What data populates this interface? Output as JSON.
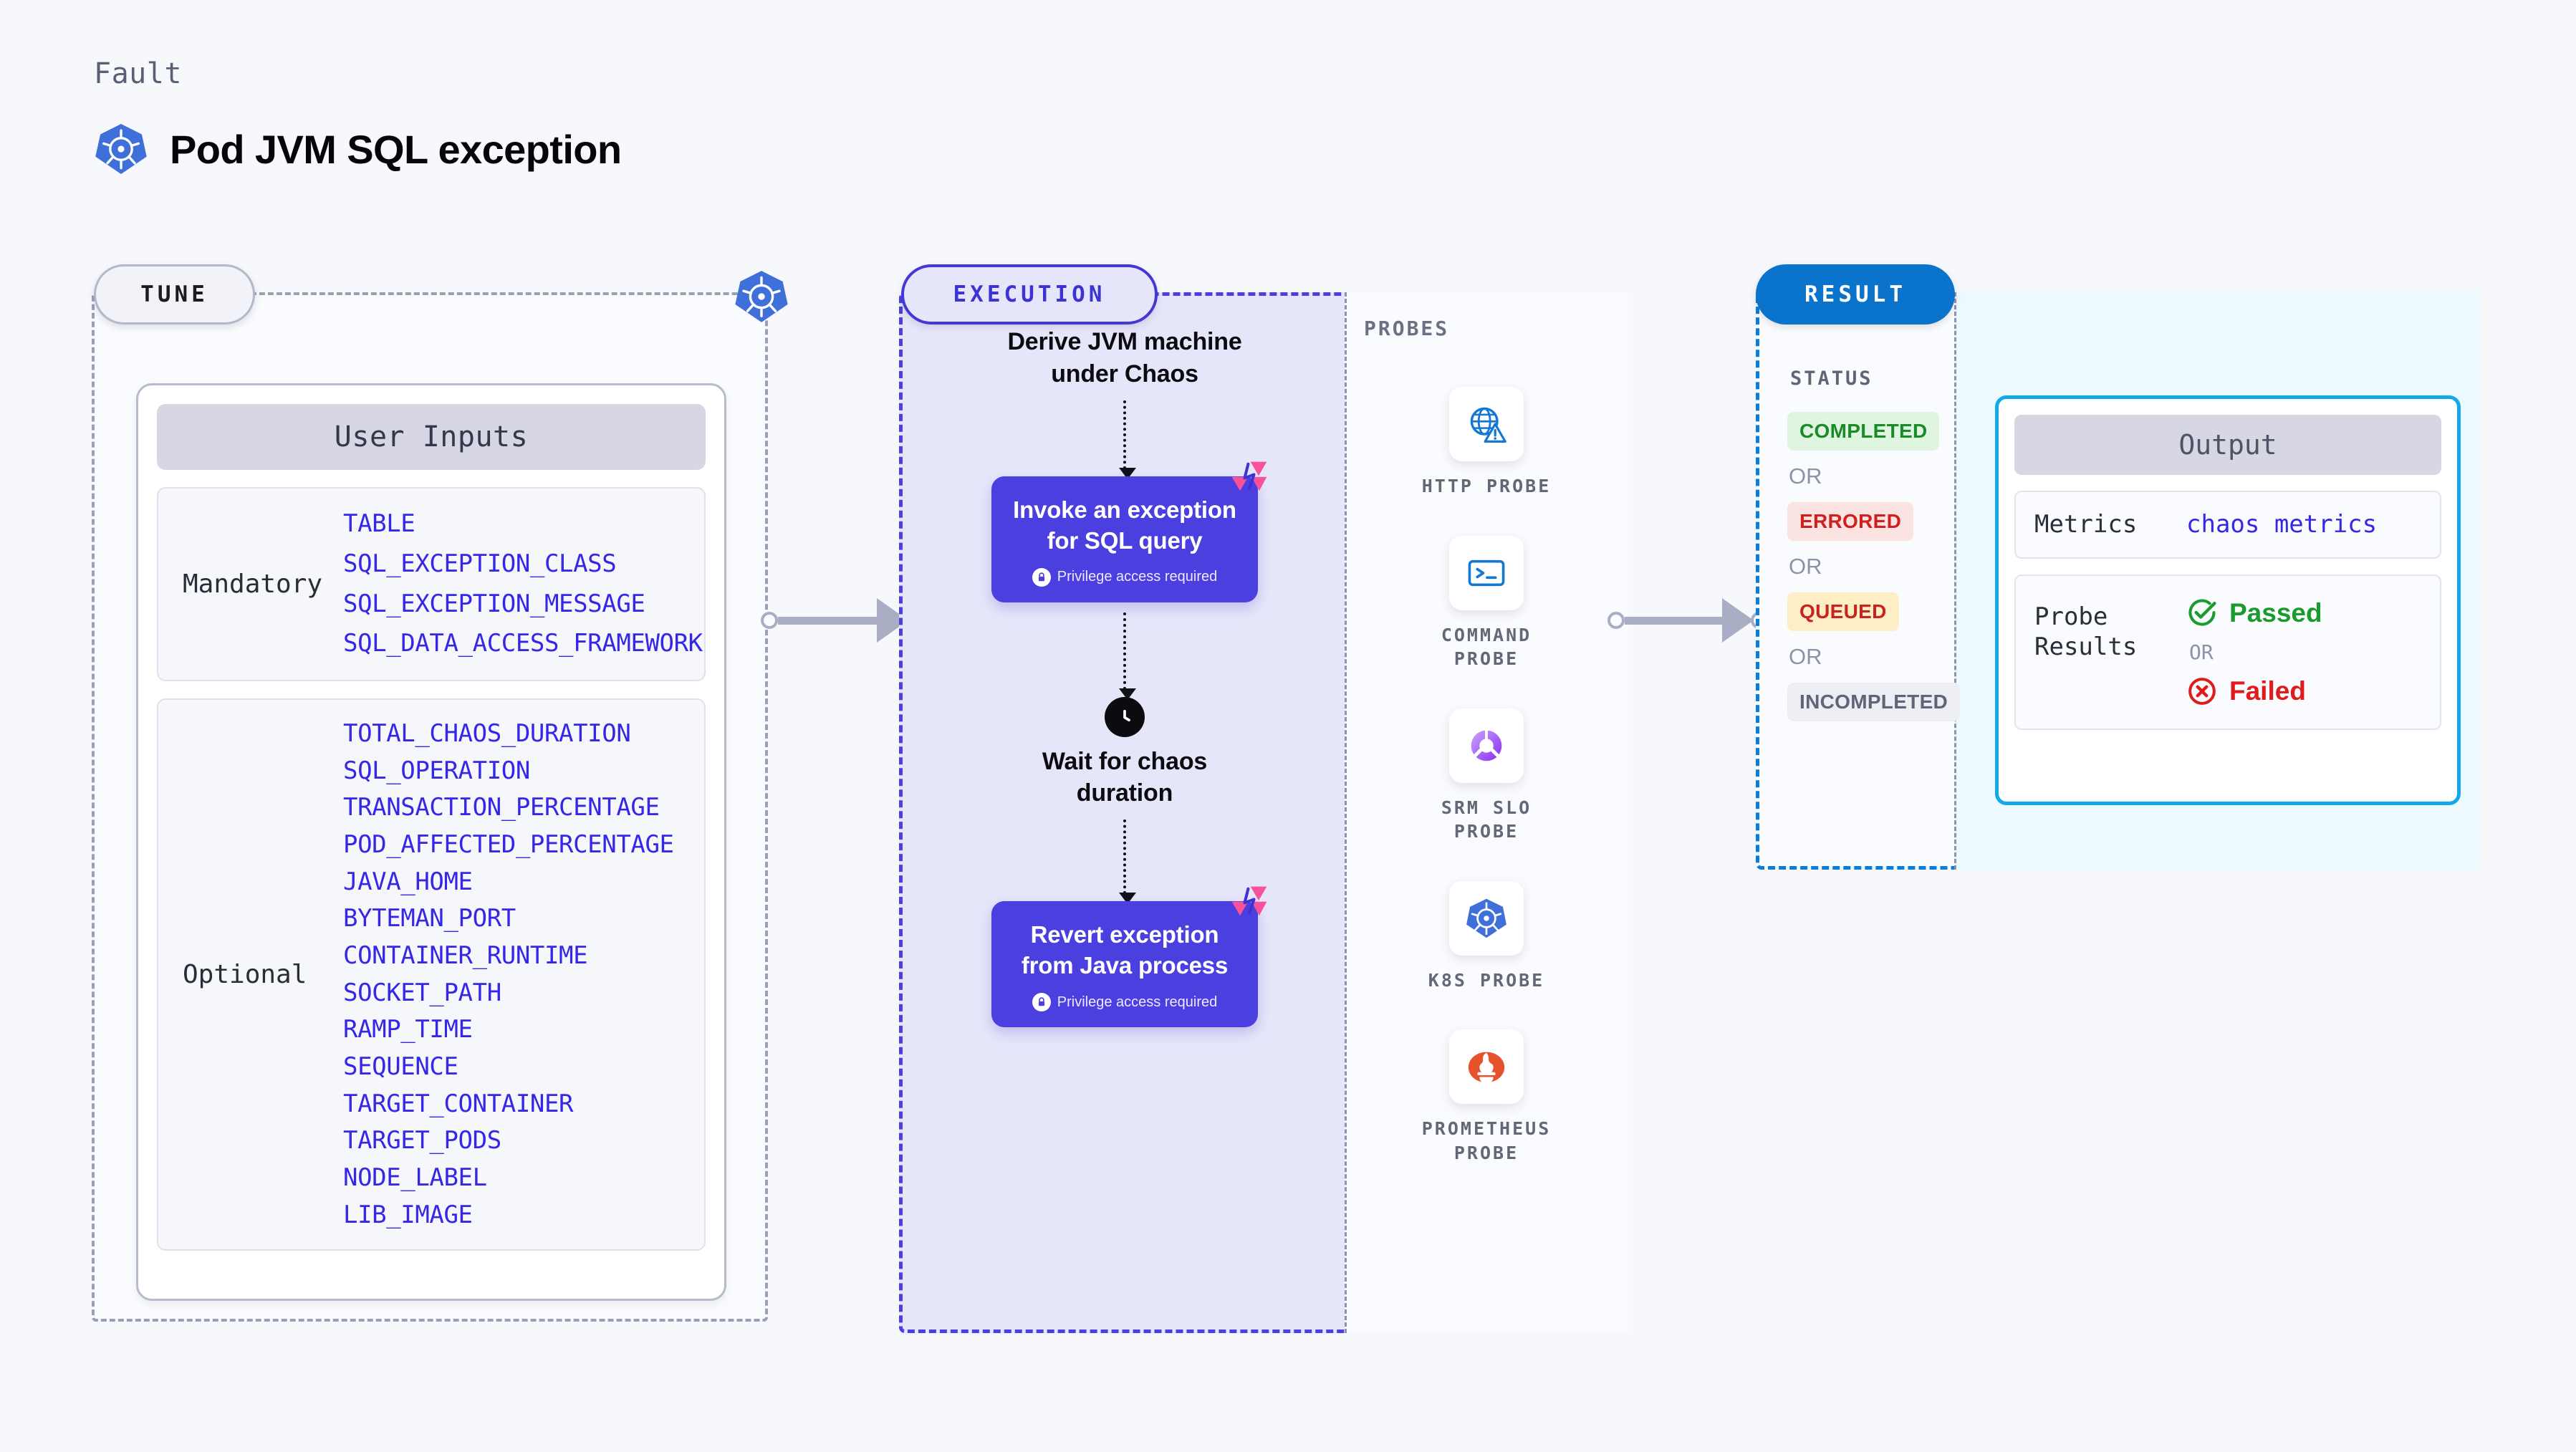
{
  "header": {
    "kicker": "Fault",
    "title": "Pod JVM SQL exception",
    "logo_icon": "kubernetes-icon"
  },
  "tune": {
    "pill_label": "TUNE",
    "k8s_marker_icon": "kubernetes-icon",
    "user_inputs_title": "User Inputs",
    "groups": [
      {
        "label": "Mandatory",
        "params": [
          "TABLE",
          "SQL_EXCEPTION_CLASS",
          "SQL_EXCEPTION_MESSAGE",
          "SQL_DATA_ACCESS_FRAMEWORK"
        ]
      },
      {
        "label": "Optional",
        "params": [
          "TOTAL_CHAOS_DURATION",
          "SQL_OPERATION",
          "TRANSACTION_PERCENTAGE",
          "POD_AFFECTED_PERCENTAGE",
          "JAVA_HOME",
          "BYTEMAN_PORT",
          "CONTAINER_RUNTIME",
          "SOCKET_PATH",
          "RAMP_TIME",
          "SEQUENCE",
          "TARGET_CONTAINER",
          "TARGET_PODS",
          "NODE_LABEL",
          "LIB_IMAGE"
        ]
      }
    ]
  },
  "execution": {
    "pill_label": "EXECUTION",
    "step1_text": "Derive JVM machine\nunder Chaos",
    "card1": {
      "title": "Invoke an exception\nfor SQL query",
      "note": "Privilege access required",
      "note_icon": "lock-icon",
      "corner_icon": "litmus-chaos-icon"
    },
    "step2_text": "Wait for chaos\nduration",
    "step2_icon": "clock-icon",
    "card2": {
      "title": "Revert exception\nfrom Java process",
      "note": "Privilege access required",
      "note_icon": "lock-icon",
      "corner_icon": "litmus-chaos-icon"
    }
  },
  "probes": {
    "section_label": "PROBES",
    "items": [
      {
        "name": "HTTP  PROBE",
        "icon": "globe-warning-icon"
      },
      {
        "name": "COMMAND\nPROBE",
        "icon": "terminal-icon"
      },
      {
        "name": "SRM  SLO\nPROBE",
        "icon": "slo-donut-check-icon"
      },
      {
        "name": "K8S  PROBE",
        "icon": "kubernetes-icon"
      },
      {
        "name": "PROMETHEUS\nPROBE",
        "icon": "prometheus-icon"
      }
    ]
  },
  "result": {
    "pill_label": "RESULT",
    "status_label": "STATUS",
    "or_label": "OR",
    "statuses": [
      {
        "label": "COMPLETED",
        "style": "completed"
      },
      {
        "label": "ERRORED",
        "style": "errored"
      },
      {
        "label": "QUEUED",
        "style": "queued"
      },
      {
        "label": "INCOMPLETED",
        "style": "incompleted"
      }
    ]
  },
  "output": {
    "title": "Output",
    "metrics_key": "Metrics",
    "metrics_value": "chaos metrics",
    "probe_results_key": "Probe\nResults",
    "passed_label": "Passed",
    "passed_icon": "check-circle-icon",
    "or_label": "OR",
    "failed_label": "Failed",
    "failed_icon": "x-circle-icon"
  },
  "colors": {
    "page_bg": "#f7f8fc",
    "accent_purple": "#4b3fe0",
    "accent_blue": "#0a73cc",
    "accent_cyan": "#13a8e8",
    "param_blue": "#3427e8",
    "k8s_blue": "#3f6fd8",
    "litmus_pink": "#f9529b",
    "status_green": "#1a8a2b",
    "status_red": "#cf2020",
    "status_amber": "#c62420",
    "status_grey": "#5f6577"
  }
}
